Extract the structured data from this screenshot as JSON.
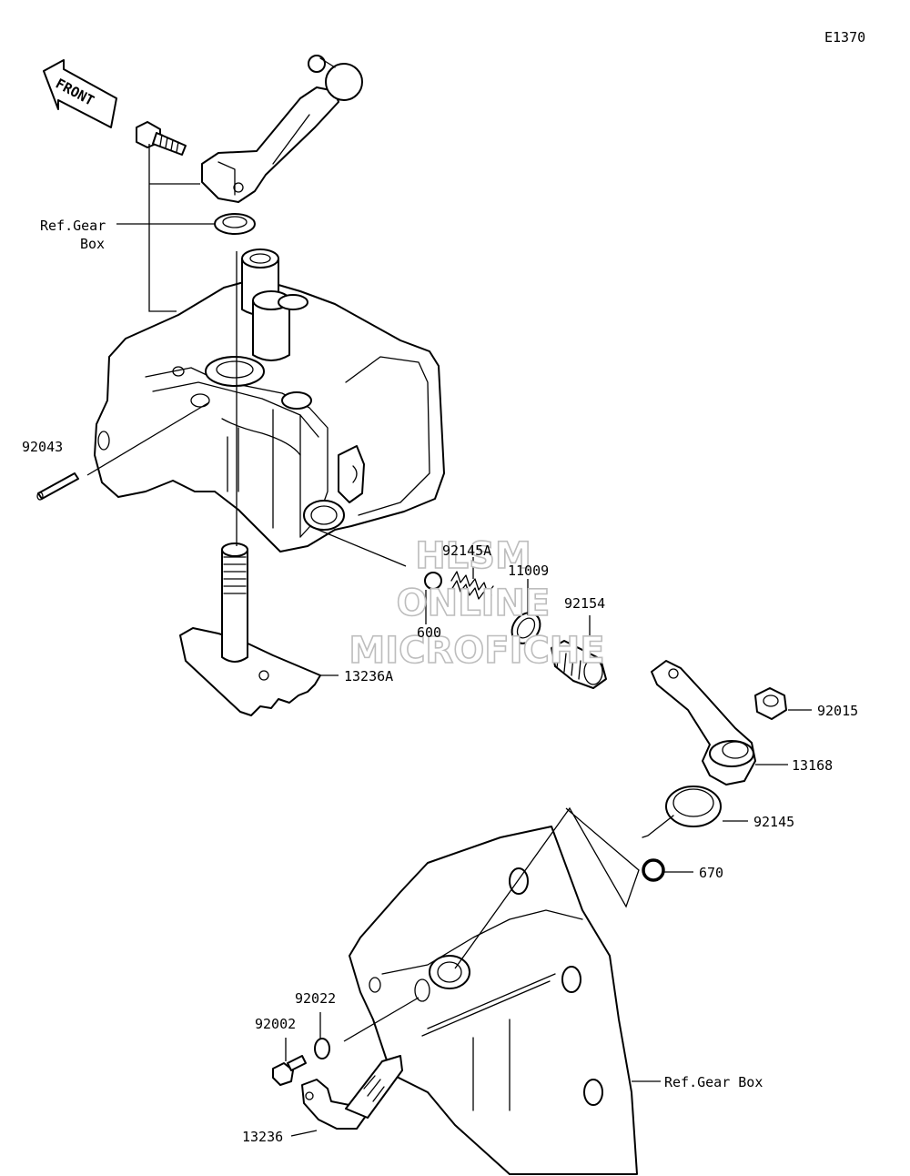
{
  "diagram_id": "E1370",
  "front_arrow": "FRONT",
  "labels": {
    "ref_gear_box_top": [
      "Ref.Gear",
      "Box"
    ],
    "p92043": "92043",
    "p92145A": "92145A",
    "p11009": "11009",
    "p92154": "92154",
    "p600": "600",
    "p13236A": "13236A",
    "p92015": "92015",
    "p13168": "13168",
    "p92145": "92145",
    "p670": "670",
    "p92022": "92022",
    "p92002": "92002",
    "p13236": "13236",
    "ref_gear_box_bottom": "Ref.Gear Box"
  },
  "watermark": [
    "HLSM",
    "ONLINE",
    "MICROFICHE"
  ]
}
